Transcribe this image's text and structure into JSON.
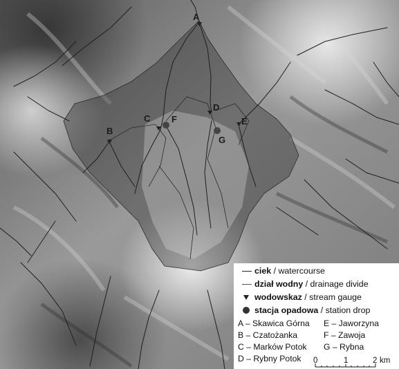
{
  "labels": {
    "A": "A",
    "B": "B",
    "C": "C",
    "D": "D",
    "E": "E",
    "F": "F",
    "G": "G"
  },
  "legend": {
    "watercourse": {
      "bold": "ciek",
      "rest": " / watercourse"
    },
    "divide": {
      "bold": "dział wodny",
      "rest": " / drainage divide"
    },
    "gauge": {
      "bold": "wodowskaz",
      "rest": " / stream gauge"
    },
    "station": {
      "bold": "stacja opadowa",
      "rest": " / station drop"
    }
  },
  "keys": [
    "A – Skawica Górna",
    "E – Jaworzyna",
    "B – Czatożanka",
    "F – Zawoja",
    "C – Marków Potok",
    "G – Rybna",
    "D – Rybny Potok"
  ],
  "scale": {
    "tick0": "0",
    "tick1": "1",
    "tick2": "2",
    "unit": "km"
  },
  "colors": {
    "relief_dark": "#3c3c3c",
    "relief_light": "#e8e8e8",
    "basin_shade": "#2a2a2a",
    "line": "#1e1e1e",
    "station": "#444444"
  }
}
